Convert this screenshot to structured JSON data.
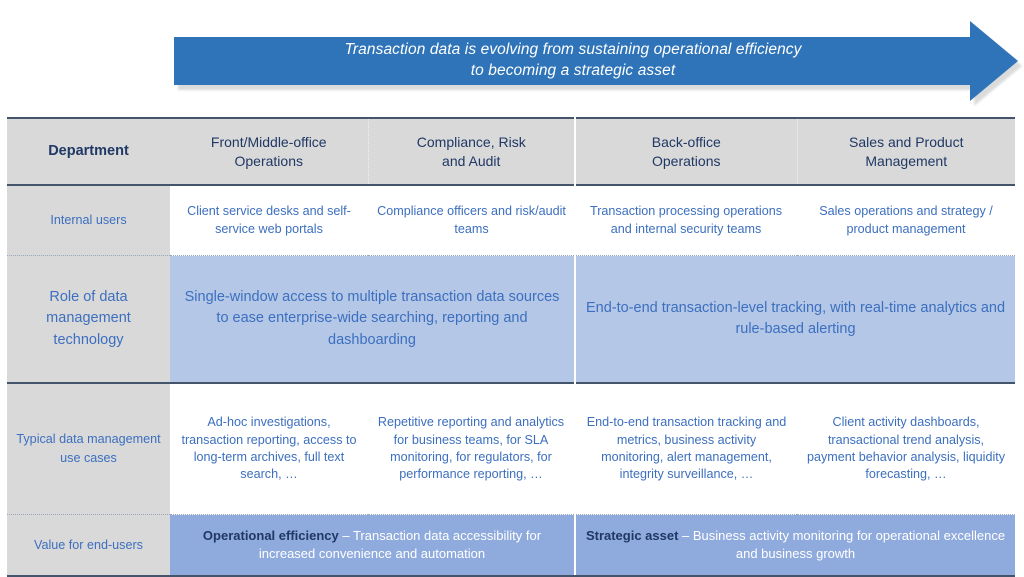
{
  "banner": {
    "line1": "Transaction data is evolving from sustaining operational efficiency",
    "line2": "to becoming a strategic asset",
    "fill_color": "#2F74B8",
    "text_color": "#FFFFFF",
    "icon": "right-arrow-shape"
  },
  "colors": {
    "header_gray": "#D9D9D9",
    "light_blue": "#B4C7E7",
    "medium_blue": "#8FAADC",
    "text_blue": "#3C6FBF",
    "text_navy": "#1F3864",
    "rule": "#44546A"
  },
  "table": {
    "header": {
      "row_label": "Department",
      "columns": [
        "Front/Middle-office Operations",
        "Compliance, Risk and Audit",
        "Back-office Operations",
        "Sales and Product Management"
      ],
      "columns_wrapped": [
        [
          "Front/Middle-office",
          "Operations"
        ],
        [
          "Compliance, Risk",
          "and Audit"
        ],
        [
          "Back-office",
          "Operations"
        ],
        [
          "Sales and Product",
          "Management"
        ]
      ]
    },
    "rows": [
      {
        "label": "Internal users",
        "cells": [
          "Client service desks and self-service web portals",
          "Compliance officers and risk/audit teams",
          "Transaction processing operations and internal security teams",
          "Sales operations and strategy / product management"
        ]
      },
      {
        "label": "Role of data management technology",
        "cells": [
          "Single-window access to multiple transaction data sources to ease enterprise-wide searching, reporting and dashboarding",
          "End-to-end transaction-level tracking, with real-time analytics and rule-based alerting"
        ]
      },
      {
        "label": "Typical data management use cases",
        "cells": [
          "Ad-hoc investigations, transaction reporting, access to long-term archives, full text search, …",
          "Repetitive reporting and analytics for business teams, for SLA monitoring, for regulators, for performance reporting, …",
          "End-to-end transaction tracking and metrics, business activity monitoring, alert management, integrity surveillance, …",
          "Client activity dashboards, transactional trend analysis, payment behavior analysis, liquidity forecasting, …"
        ]
      },
      {
        "label": "Value for end-users",
        "cells": [
          {
            "bold": "Operational efficiency",
            "rest": " – Transaction data accessibility for increased convenience and automation"
          },
          {
            "bold": "Strategic asset",
            "rest": " – Business activity monitoring for operational excellence and business growth"
          }
        ]
      }
    ]
  }
}
